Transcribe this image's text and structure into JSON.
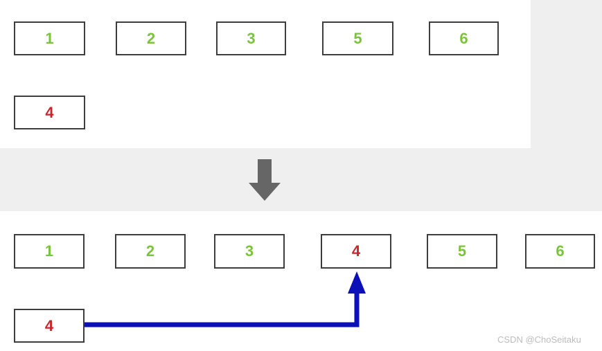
{
  "before": {
    "row": [
      "1",
      "2",
      "3",
      "5",
      "6"
    ],
    "pending": "4"
  },
  "after": {
    "row": [
      "1",
      "2",
      "3",
      "4",
      "5",
      "6"
    ],
    "source": "4"
  },
  "colors": {
    "existing": "#7bc43a",
    "inserted": "#c8262c",
    "connector": "#0b10b8",
    "transition_arrow": "#666666"
  },
  "icons": {
    "transition": "down-arrow-icon",
    "insertion": "arrow-up-connector-icon"
  },
  "watermark": "CSDN @ChoSeitaku"
}
